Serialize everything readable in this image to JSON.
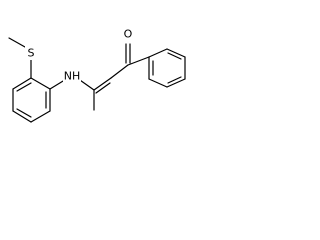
{
  "molecule": {
    "atoms": {
      "oxygen": "O",
      "sulfur": "S",
      "nitrogen_hydrogen": "NH"
    },
    "colors": {
      "background": "#ffffff",
      "bond": "#000000",
      "label": "#000000"
    }
  }
}
